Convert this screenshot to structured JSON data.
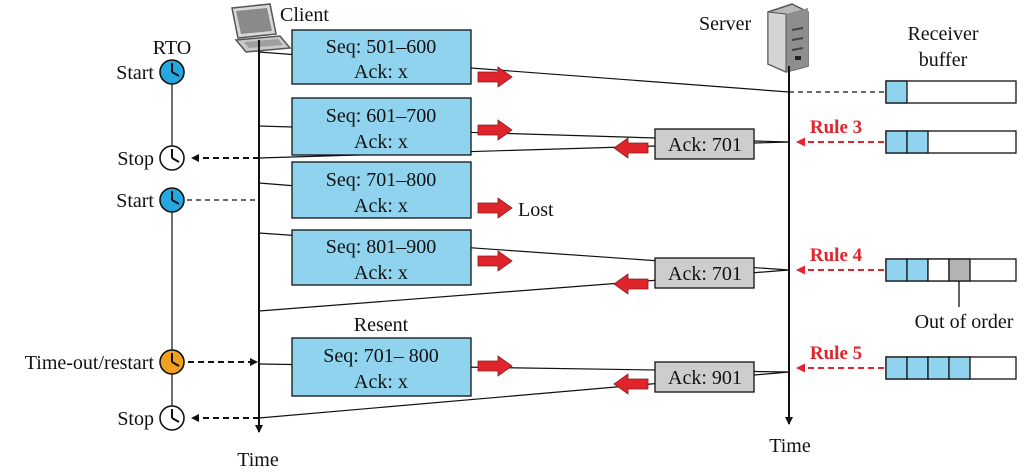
{
  "colors": {
    "segment_fill": "#8fd3ef",
    "ack_fill": "#cdcdcd",
    "timer_blue": "#27a7df",
    "timer_orange": "#f0a21f",
    "red": "#e0242b",
    "buffer_filled": "#8fd3ef",
    "buffer_gap": "#b3b3b3"
  },
  "labels": {
    "client": "Client",
    "server": "Server",
    "rto": "RTO",
    "time_client": "Time",
    "time_server": "Time",
    "receiver_buffer_line1": "Receiver",
    "receiver_buffer_line2": "buffer",
    "lost": "Lost",
    "resent": "Resent",
    "out_of_order": "Out of order"
  },
  "rto_events": [
    {
      "text": "Start",
      "icon": "timer-start-icon"
    },
    {
      "text": "Stop",
      "icon": "timer-stop-icon"
    },
    {
      "text": "Start",
      "icon": "timer-start-icon"
    },
    {
      "text": "Time-out/restart",
      "icon": "timer-timeout-icon"
    },
    {
      "text": "Stop",
      "icon": "timer-stop-icon"
    }
  ],
  "segments": [
    {
      "seq": "Seq: 501–600",
      "ack": "Ack: x"
    },
    {
      "seq": "Seq: 601–700",
      "ack": "Ack: x"
    },
    {
      "seq": "Seq: 701–800",
      "ack": "Ack: x"
    },
    {
      "seq": "Seq: 801–900",
      "ack": "Ack: x"
    },
    {
      "seq": "Seq: 701– 800",
      "ack": "Ack: x"
    }
  ],
  "acks": [
    "Ack: 701",
    "Ack: 701",
    "Ack: 901"
  ],
  "rules": [
    "Rule 3",
    "Rule 4",
    "Rule 5"
  ],
  "buffers": [
    {
      "cells": [
        "filled",
        "empty"
      ]
    },
    {
      "cells": [
        "filled",
        "filled",
        "empty"
      ]
    },
    {
      "cells": [
        "filled",
        "filled",
        "empty",
        "gap",
        "empty"
      ]
    },
    {
      "cells": [
        "filled",
        "filled",
        "filled",
        "filled",
        "empty"
      ]
    }
  ],
  "icons": [
    "laptop-icon",
    "server-icon"
  ]
}
